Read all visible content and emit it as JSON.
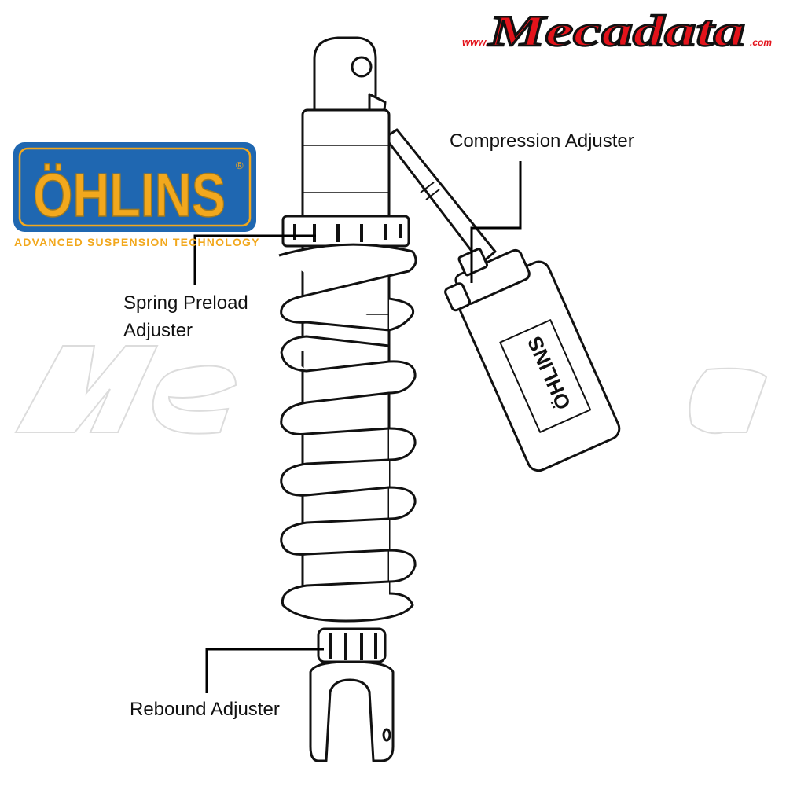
{
  "brand_logo": {
    "text": "ÖHLINS",
    "registered": "®",
    "tagline": "ADVANCED SUSPENSION TECHNOLOGY",
    "colors": {
      "blue": "#1f67b1",
      "yellow": "#f2a81d"
    }
  },
  "watermark_logo": {
    "text": "Mecadata",
    "prefix": "www.",
    "suffix": ".com",
    "color": "#e3131b"
  },
  "callouts": {
    "compression": "Compression Adjuster",
    "preload_line1": "Spring Preload",
    "preload_line2": "Adjuster",
    "rebound": "Rebound Adjuster"
  },
  "reservoir_label": "ÖHLINS"
}
